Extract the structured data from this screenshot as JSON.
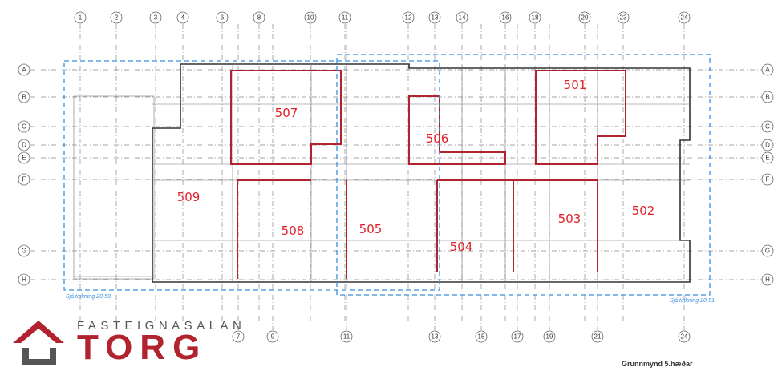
{
  "plan": {
    "caption": "Grunnmynd 5.hæðar",
    "reference_left": "Sjá teikning 20-50",
    "reference_right": "Sjá teikning 20-51",
    "grid_columns_top": [
      "1",
      "2",
      "3",
      "4",
      "6",
      "8",
      "10",
      "11",
      "12",
      "13",
      "14",
      "16",
      "18",
      "20",
      "23",
      "24"
    ],
    "grid_columns_bottom": [
      "7",
      "9",
      "11",
      "13",
      "15",
      "17",
      "19",
      "21",
      "24"
    ],
    "grid_rows": [
      "A",
      "B",
      "C",
      "D",
      "E",
      "F",
      "G",
      "H"
    ],
    "apartments": [
      "507",
      "506",
      "501",
      "509",
      "505",
      "508",
      "504",
      "503",
      "502"
    ],
    "colors": {
      "apartment_outline": "#b0232f",
      "reference_frame": "#3b8fe0"
    }
  },
  "logo": {
    "top": "FASTEIGNASALAN",
    "main": "TORG",
    "icon": "house-icon",
    "color": "#b0232f"
  }
}
